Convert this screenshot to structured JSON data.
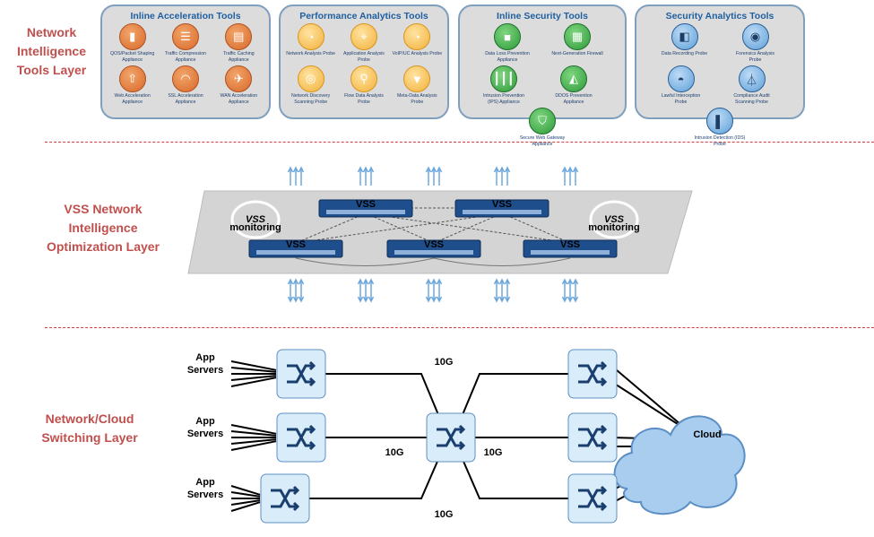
{
  "layers": {
    "tools": "Network Intelligence Tools Layer",
    "vss": "VSS Network Intelligence Optimization Layer",
    "switching": "Network/Cloud Switching Layer"
  },
  "toolboxes": [
    {
      "title": "Inline Acceleration Tools",
      "color": "orange",
      "items": [
        {
          "label": "QOS/Packet Shaping Appliance",
          "icon": "traffic-light-icon"
        },
        {
          "label": "Traffic Compression Appliance",
          "icon": "compression-icon"
        },
        {
          "label": "Traffic Caching Appliance",
          "icon": "cache-icon"
        },
        {
          "label": "Web Acceleration Appliance",
          "icon": "rocket-icon"
        },
        {
          "label": "SSL Acceleration Appliance",
          "icon": "speedometer-icon"
        },
        {
          "label": "WAN Acceleration Appliance",
          "icon": "airplane-icon"
        }
      ]
    },
    {
      "title": "Performance Analytics Tools",
      "color": "yellow",
      "items": [
        {
          "label": "Network Analysis Probe",
          "icon": "gauge-icon"
        },
        {
          "label": "Application Analysis Probe",
          "icon": "compass-icon"
        },
        {
          "label": "VoIP/UC Analysis Probe",
          "icon": "gauge-icon"
        },
        {
          "label": "Network Discovery Scanning Probe",
          "icon": "radar-icon"
        },
        {
          "label": "Flow Data Analysis Probe",
          "icon": "magnifier-icon"
        },
        {
          "label": "Meta-Data Analysis Probe",
          "icon": "funnel-icon"
        }
      ]
    },
    {
      "title": "Inline Security Tools",
      "color": "green",
      "items": [
        {
          "label": "Data Loss Prevention Appliance",
          "icon": "lock-icon"
        },
        {
          "label": "Next-Generation Firewall",
          "icon": "firewall-icon"
        },
        {
          "label": "Intrusion Prevention (IPS) Appliance",
          "icon": "fence-icon"
        },
        {
          "label": "DDOS Prevention Appliance",
          "icon": "spartan-helmet-icon"
        },
        {
          "label": "Secure Web Gateway Appliance",
          "icon": "shield-icon"
        }
      ]
    },
    {
      "title": "Security Analytics Tools",
      "color": "blue",
      "items": [
        {
          "label": "Data Recording Probe",
          "icon": "camera-icon"
        },
        {
          "label": "Forensics Analysis Probe",
          "icon": "fingerprint-icon"
        },
        {
          "label": "Lawful Interception Probe",
          "icon": "police-hat-icon"
        },
        {
          "label": "Compliance Audit Scanning Probe",
          "icon": "tower-icon"
        },
        {
          "label": "Intrusion Detection (IDS) Probe",
          "icon": "gate-icon"
        }
      ]
    }
  ],
  "vss": {
    "logo_text": "VSS",
    "logo_sub": "monitoring",
    "device_label": "VSS"
  },
  "switching": {
    "app_servers": "App Servers",
    "link_speed": "10G",
    "cloud": "Cloud"
  }
}
